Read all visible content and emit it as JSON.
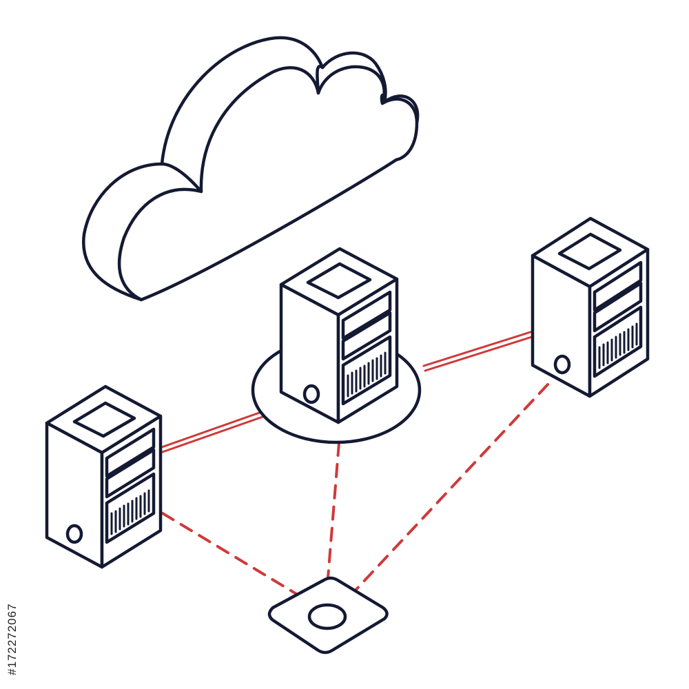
{
  "stock_id": "#172272067",
  "colors": {
    "ink": "#141a33",
    "link": "#d0393a",
    "background": "#ffffff"
  },
  "nodes": [
    {
      "name": "cloud",
      "icon": "cloud-icon"
    },
    {
      "name": "server-left",
      "icon": "server-tower-icon"
    },
    {
      "name": "server-center",
      "icon": "server-tower-icon",
      "on_platform": true
    },
    {
      "name": "server-right",
      "icon": "server-tower-icon"
    },
    {
      "name": "access-device",
      "icon": "device-pad-icon"
    }
  ],
  "links": [
    {
      "from": "server-left",
      "to": "server-center",
      "style": "solid"
    },
    {
      "from": "server-center",
      "to": "server-right",
      "style": "solid"
    },
    {
      "from": "server-left",
      "to": "access-device",
      "style": "dashed"
    },
    {
      "from": "server-center",
      "to": "access-device",
      "style": "dashed"
    },
    {
      "from": "server-right",
      "to": "access-device",
      "style": "dashed"
    }
  ]
}
